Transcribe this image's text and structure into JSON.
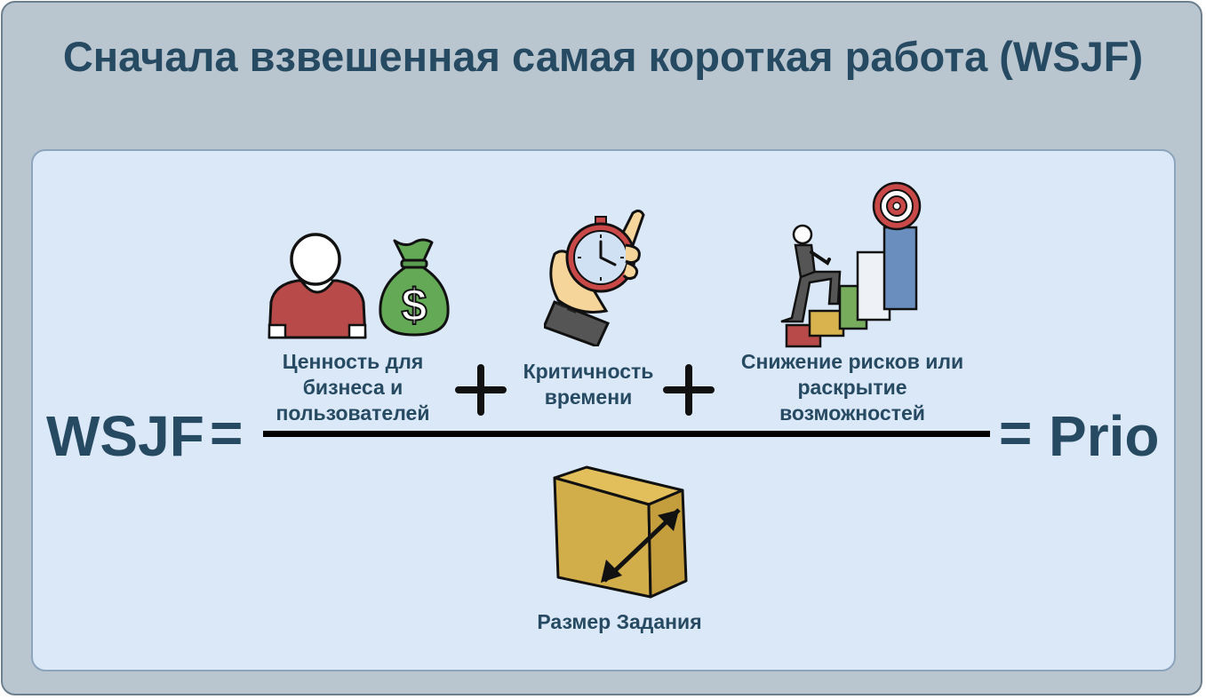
{
  "title": "Сначала взвешенная самая короткая работа (WSJF)",
  "formula": {
    "lhs": "WSJF",
    "lhs_equals": "=",
    "rhs_equals": "=",
    "rhs": "Prio"
  },
  "numerator": {
    "business_value": "Ценность для бизнеса и пользователей",
    "time_criticality": "Критичность времени",
    "risk_reduction": "Снижение рисков или раскрытие возможностей"
  },
  "denominator": {
    "job_size": "Размер Задания"
  },
  "icons": [
    "person-icon",
    "money-bag-icon",
    "stopwatch-icon",
    "stairs-target-icon",
    "box-icon",
    "plus-icon"
  ],
  "colors": {
    "text": "#274a63",
    "outer_bg": "#b9c6d0",
    "inner_bg": "#dbe8f8"
  }
}
